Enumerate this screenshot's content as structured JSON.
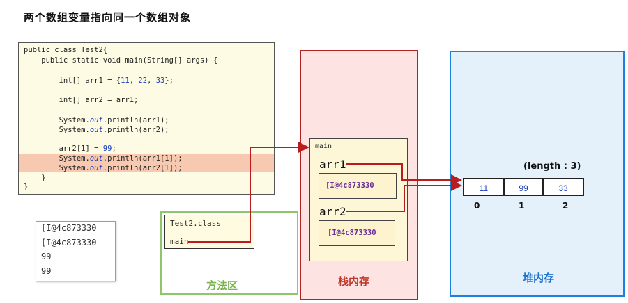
{
  "title": "两个数组变量指向同一个数组对象",
  "code": {
    "lines": [
      [
        "public class Test2{"
      ],
      [
        "    public static void main(String[] args) {"
      ],
      [
        ""
      ],
      [
        "        int[] arr1 = {",
        "11",
        ", ",
        "22",
        ", ",
        "33",
        "};"
      ],
      [
        ""
      ],
      [
        "        int[] arr2 = arr1;"
      ],
      [
        ""
      ],
      [
        "        System.",
        "out",
        ".println(arr1);"
      ],
      [
        "        System.",
        "out",
        ".println(arr2);"
      ],
      [
        ""
      ],
      [
        "        arr2[1] = ",
        "99",
        ";"
      ],
      [
        "        System.",
        "out",
        ".println(arr1[1]);"
      ],
      [
        "        System.",
        "out",
        ".println(arr2[1]);"
      ],
      [
        "    }"
      ],
      [
        "}"
      ]
    ]
  },
  "output": {
    "lines": [
      "[I@4c873330",
      "[I@4c873330",
      "99",
      "99"
    ]
  },
  "method_area": {
    "label": "方法区",
    "class_name": "Test2.class",
    "method": "main"
  },
  "stack": {
    "label": "栈内存",
    "frame_name": "main",
    "var1_name": "arr1",
    "var1_value": "[I@4c873330",
    "var2_name": "arr2",
    "var2_value": "[I@4c873330"
  },
  "heap": {
    "label": "堆内存",
    "length_text": "(length : 3)",
    "cells": [
      "11",
      "99",
      "33"
    ],
    "indices": [
      "0",
      "1",
      "2"
    ]
  },
  "colors": {
    "arrow": "#b81c1c",
    "method_border": "#8fc66a",
    "stack_border": "#b32222",
    "heap_border": "#1c80e0"
  }
}
